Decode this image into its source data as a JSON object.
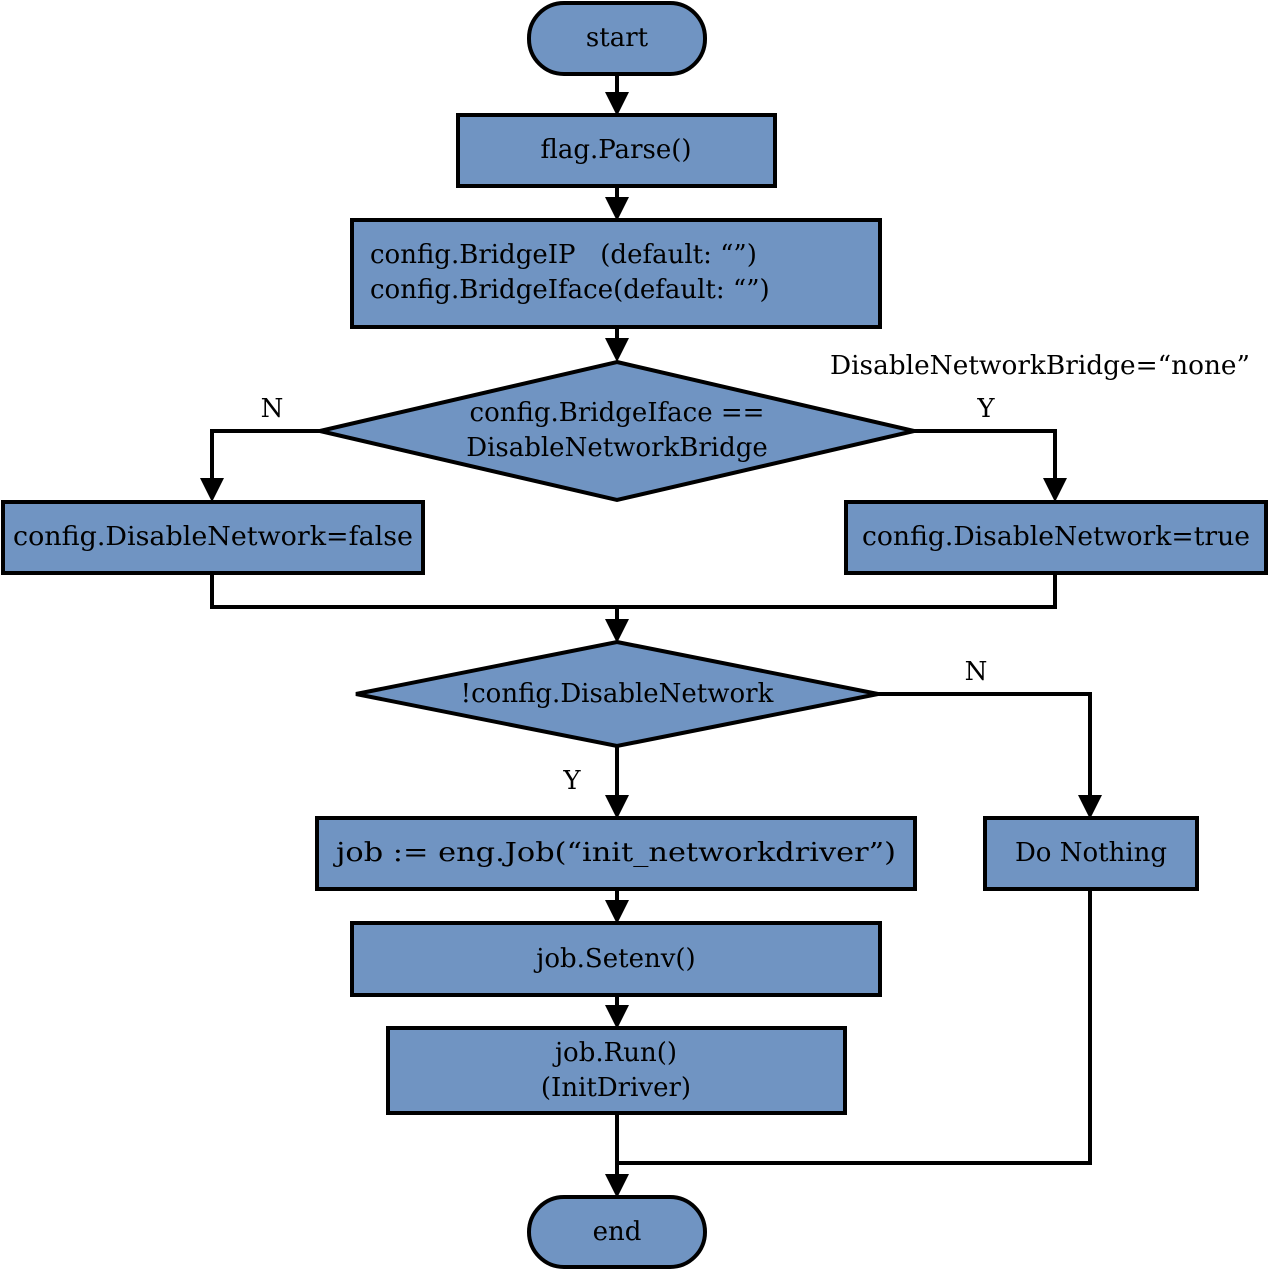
{
  "diagram": {
    "colors": {
      "node_fill": "#7094c2",
      "stroke": "#000000",
      "background": "#ffffff"
    },
    "nodes": {
      "start": "start",
      "flag_parse": "flag.Parse()",
      "config_defaults": {
        "line1": "config.BridgeIP   (default: “”)",
        "line2": "config.BridgeIface(default: “”)"
      },
      "decision_bridge": {
        "line1": "config.BridgeIface ==",
        "line2": "DisableNetworkBridge"
      },
      "set_false": "config.DisableNetwork=false",
      "set_true": "config.DisableNetwork=true",
      "decision_network": "!config.DisableNetwork",
      "job_create": "job := eng.Job(“init_networkdriver”)",
      "do_nothing": "Do Nothing",
      "job_setenv": "job.Setenv()",
      "job_run": {
        "line1": "job.Run()",
        "line2": "(InitDriver)"
      },
      "end": "end"
    },
    "annotations": {
      "bridge_note": "DisableNetworkBridge=“none”"
    },
    "edge_labels": {
      "bridge_no": "N",
      "bridge_yes": "Y",
      "network_no": "N",
      "network_yes": "Y"
    }
  }
}
